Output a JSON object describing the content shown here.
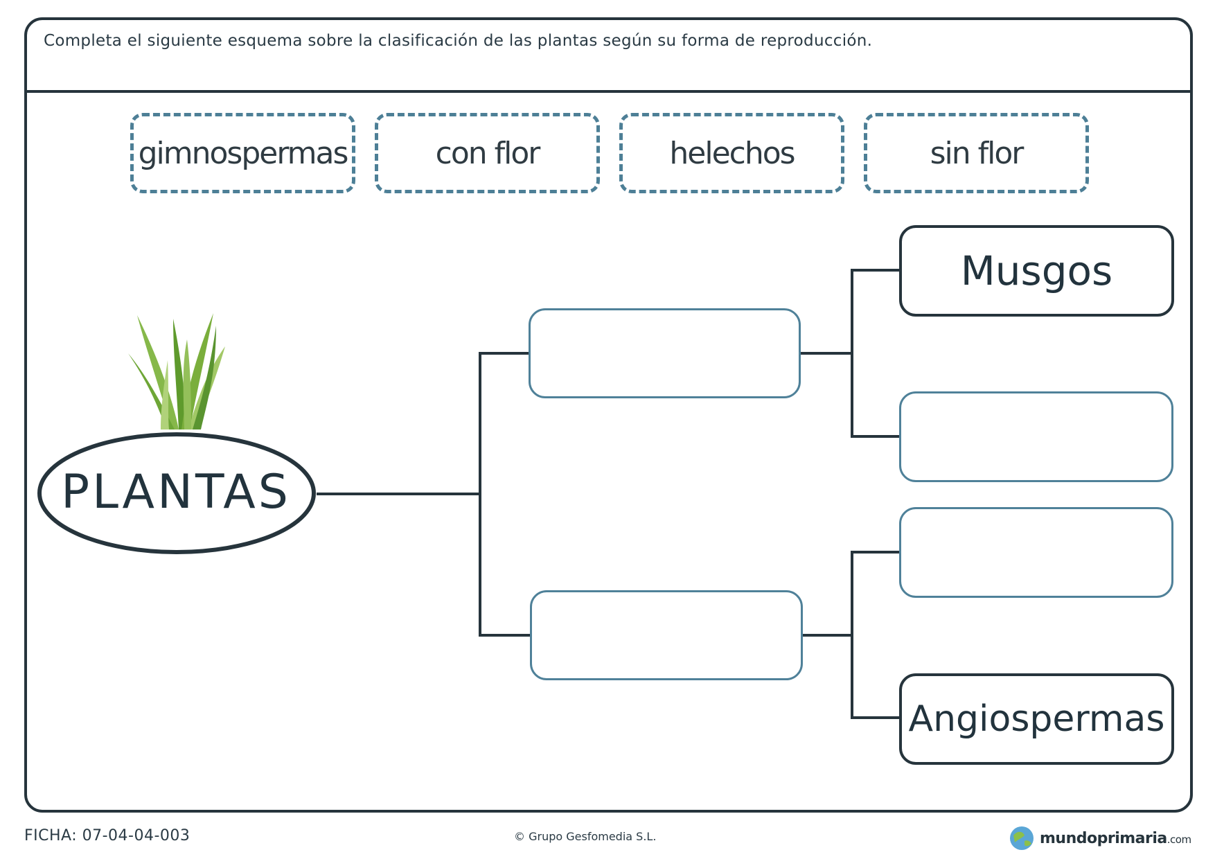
{
  "instruction": "Completa el siguiente esquema sobre la clasificación de las plantas según su forma de reproducción.",
  "word_bank": [
    "gimnospermas",
    "con flor",
    "helechos",
    "sin flor"
  ],
  "scheme": {
    "root": "PLANTAS",
    "level1": [
      "",
      ""
    ],
    "level2": [
      "Musgos",
      "",
      "",
      "Angiospermas"
    ]
  },
  "footer": {
    "ficha": "FICHA: 07-04-04-003",
    "copyright": "© Grupo Gesfomedia S.L.",
    "logo_main": "mundoprimaria",
    "logo_suffix": ".com"
  },
  "colors": {
    "frame": "#26343c",
    "dashed_border": "#4d7f96",
    "empty_box_border": "#4f8199",
    "plant_green": "#7aae3c"
  }
}
